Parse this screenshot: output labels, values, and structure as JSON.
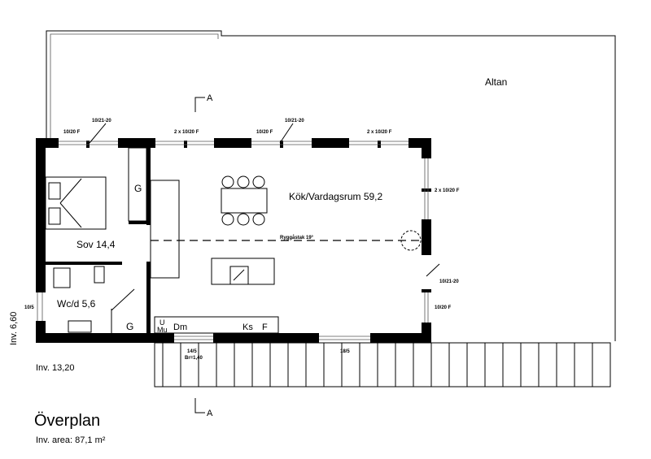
{
  "title": "Överplan",
  "area": "Inv. area: 87,1 m²",
  "dims": {
    "width": "Inv. 13,20",
    "height": "Inv. 6,60"
  },
  "section_marker": "A",
  "rooms": {
    "altan": "Altan",
    "kitchen": "Kök/Vardagsrum 59,2",
    "bedroom": "Sov 14,4",
    "wc": "Wc/d 5,6"
  },
  "fixtures": {
    "g1": "G",
    "g2": "G",
    "u": "U",
    "mu": "Mu",
    "dm": "Dm",
    "ks": "Ks",
    "f": "F"
  },
  "window_labels": {
    "w1": "10/20 F",
    "w2": "10/21-20",
    "w3": "2 x 10/20 F",
    "w4": "10/20 F",
    "w5": "10/21-20",
    "w6": "2 x 10/20 F",
    "w7": "2 x 10/20 F",
    "w8": "10/21-20",
    "w9": "10/20 F",
    "w10": "10/5",
    "w11": "14/5",
    "w12": "Br=1,40",
    "w13": "18/5"
  },
  "ridge": "Ryggåstak 19°"
}
